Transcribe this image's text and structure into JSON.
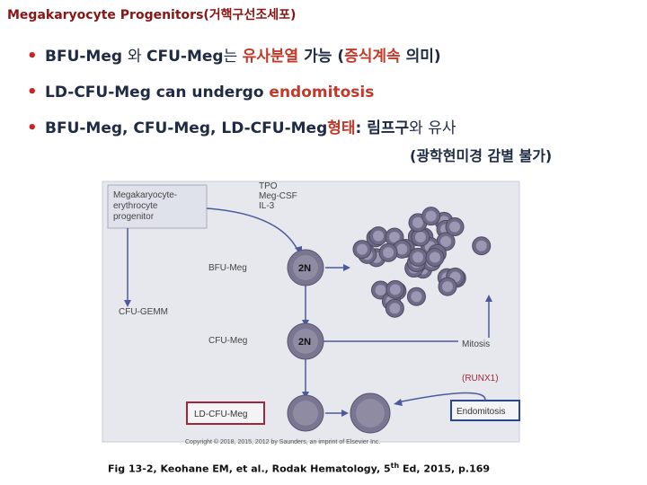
{
  "title": "Megakaryocyte Progenitors(거핵구선조세포)",
  "bullets": [
    {
      "parts": [
        {
          "text": "BFU-Meg ",
          "style": "dark"
        },
        {
          "text": "와 ",
          "style": "plain"
        },
        {
          "text": "CFU-Meg",
          "style": "dark"
        },
        {
          "text": "는 ",
          "style": "plain"
        },
        {
          "text": "유사분열 ",
          "style": "red"
        },
        {
          "text": "가능 (",
          "style": "dark"
        },
        {
          "text": "증식계속 ",
          "style": "red"
        },
        {
          "text": "의미)",
          "style": "dark"
        }
      ]
    },
    {
      "parts": [
        {
          "text": "LD-CFU-Meg can undergo ",
          "style": "dark"
        },
        {
          "text": "endomitosis",
          "style": "red"
        }
      ]
    },
    {
      "parts": [
        {
          "text": "BFU-Meg, CFU-Meg, LD-CFU-Meg",
          "style": "dark"
        },
        {
          "text": "형태",
          "style": "red"
        },
        {
          "text": ": 림프구",
          "style": "dark"
        },
        {
          "text": "와 유사",
          "style": "plain"
        }
      ]
    }
  ],
  "bullet_sub": "(광학현미경 감별 불가)",
  "figure": {
    "box_title": "Megakaryocyte-\nerythrocyte\nprogenitor",
    "factors": "TPO\nMeg-CSF\nIL-3",
    "bfu_meg": "BFU-Meg",
    "cfu_gemm": "CFU-GEMM",
    "cfu_meg": "CFU-Meg",
    "ld_cfu_meg": "LD-CFU-Meg",
    "ploidy_1": "2N",
    "ploidy_2": "2N",
    "mitosis": "Mitosis",
    "runx1": "(RUNX1)",
    "endomitosis": "Endomitosis",
    "copyright": "Copyright © 2018, 2015, 2012 by Saunders, an imprint of Elsevier Inc."
  },
  "caption": {
    "main": "Fig 13-2, Keohane EM, et al., Rodak Hematology, 5",
    "sup": "th",
    "end": " Ed, 2015,  p.169"
  },
  "colors": {
    "title": "#8b1414",
    "red": "#c0392b",
    "dark": "#1f2a44",
    "figure_bg": "#e6e8ee",
    "cell": "#8f8ba3",
    "arrow": "#4a5a9a",
    "ld_box": "#a0263a",
    "endo_box": "#2845a6"
  }
}
